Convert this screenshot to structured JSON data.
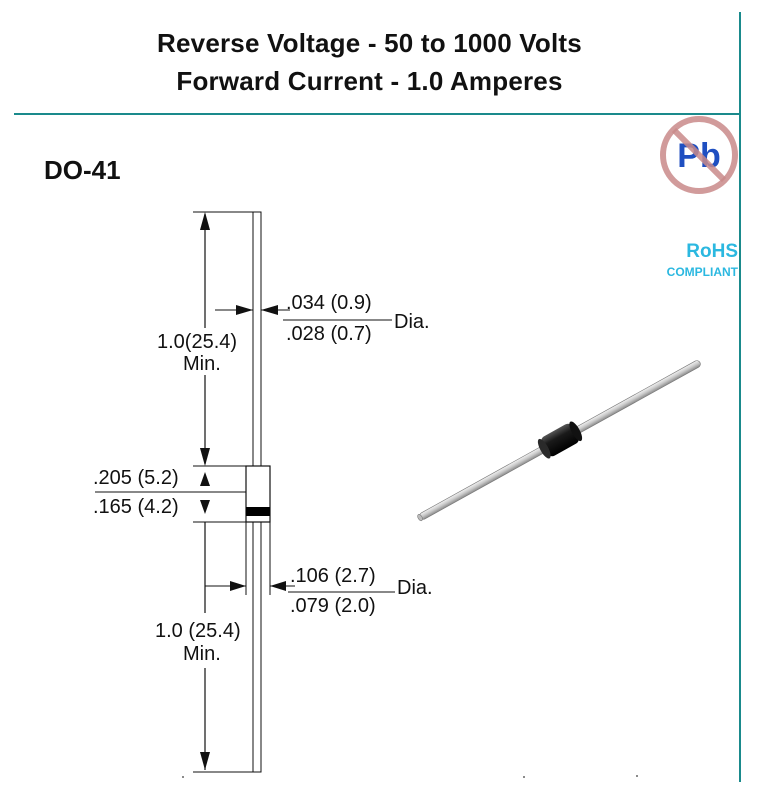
{
  "header": {
    "line1": "Reverse Voltage - 50 to 1000 Volts",
    "line2": "Forward Current - 1.0 Amperes"
  },
  "package": {
    "name": "DO-41"
  },
  "badges": {
    "pb_text": "Pb",
    "rohs_title": "RoHS",
    "rohs_sub": "COMPLIANT"
  },
  "dimensions": {
    "lead_length_top_value": "1.0(25.4)",
    "lead_length_top_suffix": "Min.",
    "lead_dia_max": ".034 (0.9)",
    "lead_dia_min": ".028 (0.7)",
    "lead_dia_suffix": "Dia.",
    "body_length_max": ".205 (5.2)",
    "body_length_min": ".165 (4.2)",
    "body_dia_max": ".106 (2.7)",
    "body_dia_min": ".079 (2.0)",
    "body_dia_suffix": "Dia.",
    "lead_length_bottom_value": "1.0 (25.4)",
    "lead_length_bottom_suffix": "Min."
  },
  "colors": {
    "accent_rule": "#1a8a8c",
    "rohs": "#2bb8e0",
    "pb_ring": "#c98a8a",
    "pb_text": "#1f4fc1"
  },
  "icons": {
    "lead_free": "pb-lead-free-icon",
    "diode_photo": "diode-component-photo"
  }
}
